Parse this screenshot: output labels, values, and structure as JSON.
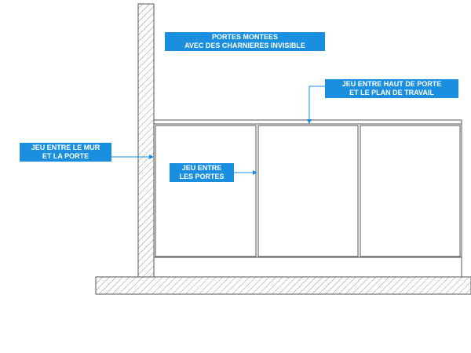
{
  "labels": {
    "doors_mounted": {
      "line1": "PORTES MONTEES",
      "line2": "AVEC DES CHARNIERES INVISIBLE"
    },
    "gap_top_worktop": {
      "line1": "JEU ENTRE HAUT DE PORTE",
      "line2": "ET LE PLAN DE TRAVAIL"
    },
    "gap_wall_door": {
      "line1": "JEU ENTRE LE MUR",
      "line2": "ET LA PORTE"
    },
    "gap_between_doors": {
      "line1": "JEU ENTRE",
      "line2": "LES PORTES"
    }
  },
  "colors": {
    "label_bg": "#1a8fe0",
    "label_text": "#ffffff",
    "line": "#555555",
    "arrow": "#1a8fe0"
  }
}
